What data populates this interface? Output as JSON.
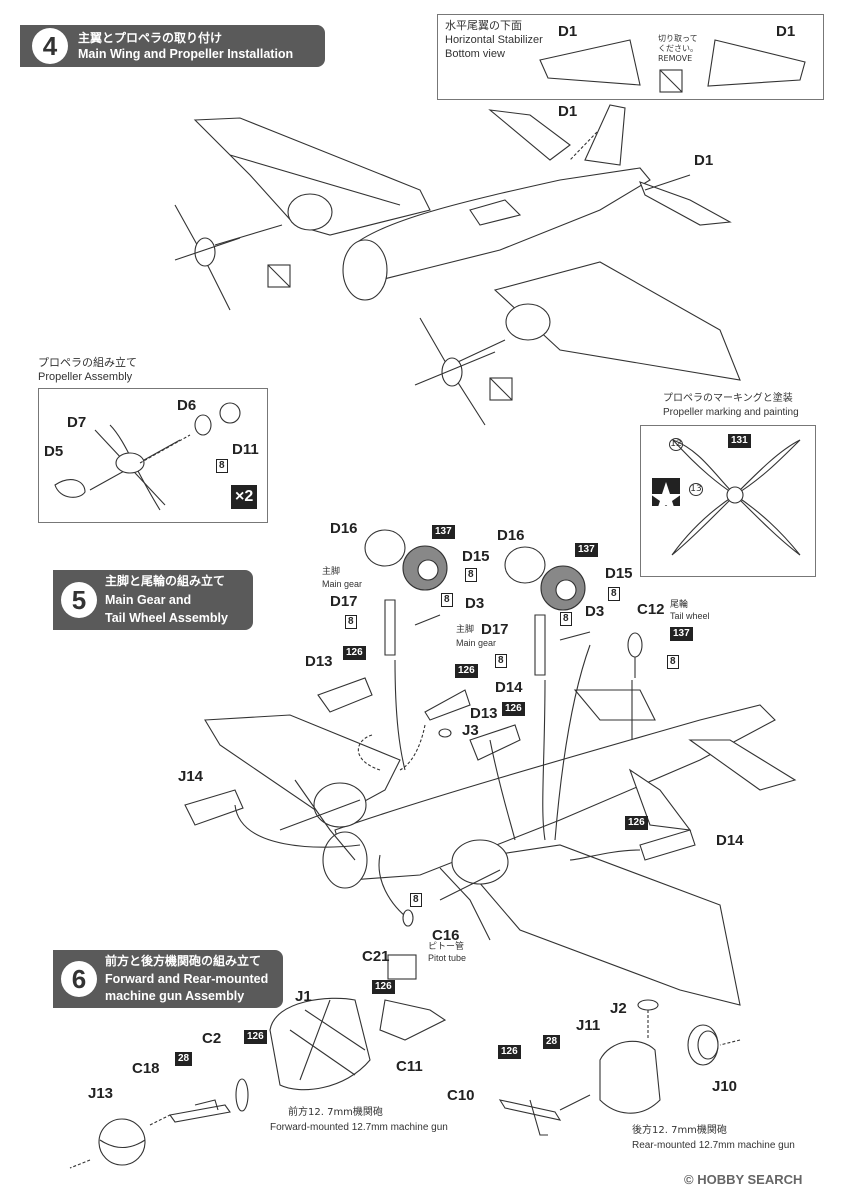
{
  "step4": {
    "number": "4",
    "title_jp": "主翼とプロペラの取り付け",
    "title_en": "Main Wing and Propeller Installation"
  },
  "stabilizer_box": {
    "title_jp": "水平尾翼の下面",
    "title_en_1": "Horizontal Stabilizer",
    "title_en_2": "Bottom view",
    "part_left": "D1",
    "part_right": "D1",
    "cut_jp_1": "切り取って",
    "cut_jp_2": "ください。",
    "cut_en": "REMOVE"
  },
  "step4_parts": {
    "d1_top": "D1",
    "d1_right": "D1"
  },
  "propeller_box": {
    "title_jp": "プロペラの組み立て",
    "title_en": "Propeller Assembly",
    "parts": [
      "D7",
      "D6",
      "D5",
      "D11"
    ],
    "paint": "8",
    "multiplier": "×2"
  },
  "marking_box": {
    "title_jp": "プロペラのマーキングと塗装",
    "title_en": "Propeller marking and painting",
    "paint_code": "131",
    "decal_1": "12",
    "decal_2": "13"
  },
  "step5": {
    "number": "5",
    "title_jp": "主脚と尾輪の組み立て",
    "title_en_1": "Main Gear and",
    "title_en_2": "Tail Wheel Assembly"
  },
  "step5_parts": {
    "d16_l": "D16",
    "d15_l": "D15",
    "d17_l": "D17",
    "d3_l": "D3",
    "d16_r": "D16",
    "d15_r": "D15",
    "d17_r": "D17",
    "d3_r": "D3",
    "c12": "C12",
    "d13_a": "D13",
    "d14_a": "D14",
    "d13_b": "D13",
    "j3": "J3",
    "j14": "J14",
    "d14_b": "D14",
    "c16": "C16",
    "main_gear_jp": "主脚",
    "main_gear_en": "Main gear",
    "main_gear_jp_2": "主脚",
    "main_gear_en_2": "Main gear",
    "tail_wheel_jp": "尾輪",
    "tail_wheel_en": "Tail wheel",
    "pitot_jp": "ピトー管",
    "pitot_en": "Pitot tube"
  },
  "step5_paints": {
    "p137a": "137",
    "p8a": "8",
    "p8b": "8",
    "p8c": "8",
    "p137b": "137",
    "p8d": "8",
    "p8e": "8",
    "p8f": "8",
    "p137c": "137",
    "p8g": "8",
    "p126a": "126",
    "p126b": "126",
    "p126c": "126",
    "p126d": "126",
    "p8h": "8"
  },
  "step6": {
    "number": "6",
    "title_jp": "前方と後方機関砲の組み立て",
    "title_en_1": "Forward and Rear-mounted",
    "title_en_2": "machine gun Assembly"
  },
  "step6_parts": {
    "c21": "C21",
    "j1": "J1",
    "c11": "C11",
    "c2": "C2",
    "c18": "C18",
    "j13": "J13",
    "j2": "J2",
    "j11": "J11",
    "j10": "J10",
    "c10": "C10"
  },
  "step6_paints": {
    "p126a": "126",
    "p126b": "126",
    "p28a": "28",
    "p126c": "126",
    "p28b": "28"
  },
  "captions": {
    "fwd_jp": "前方12. 7mm機関砲",
    "fwd_en": "Forward-mounted 12.7mm machine gun",
    "rear_jp": "後方12. 7mm機関砲",
    "rear_en": "Rear-mounted 12.7mm machine gun"
  },
  "watermark": "© HOBBY SEARCH",
  "colors": {
    "banner": "#5a5a5a",
    "line": "#333333"
  }
}
